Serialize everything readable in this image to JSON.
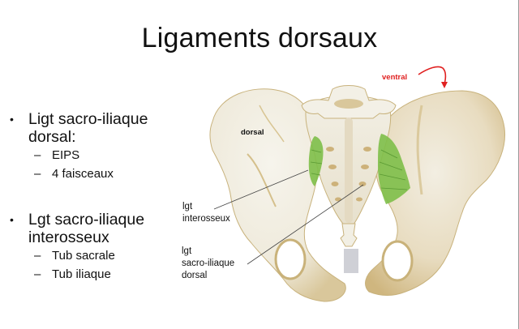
{
  "slide": {
    "title": "Ligaments dorsaux",
    "bullets": [
      {
        "marker": "•",
        "text_line1": "Ligt sacro-iliaque",
        "text_line2": "dorsal:",
        "subitems": [
          {
            "marker": "–",
            "text": "EIPS"
          },
          {
            "marker": "–",
            "text": "4 faisceaux"
          }
        ]
      },
      {
        "marker": "•",
        "text_line1": "Lgt sacro-iliaque",
        "text_line2": "interosseux",
        "subitems": [
          {
            "marker": "–",
            "text": "Tub sacrale"
          },
          {
            "marker": "–",
            "text": "Tub iliaque"
          }
        ]
      }
    ]
  },
  "figure": {
    "description": "Posterior view of pelvis with sacro-iliac ligaments highlighted in green",
    "labels": {
      "dorsal": "dorsal",
      "ventral": "ventral",
      "interosseux_line1": "lgt",
      "interosseux_line2": "interosseux",
      "dorsal_lig_line1": "lgt",
      "dorsal_lig_line2": "sacro-iliaque",
      "dorsal_lig_line3": "dorsal"
    },
    "colors": {
      "bone": "#f3f1e8",
      "bone_shadow": "#c9b27a",
      "ligament": "#7fbf4a",
      "arrow": "#e02020",
      "cartilage": "#cfd0d6"
    }
  }
}
